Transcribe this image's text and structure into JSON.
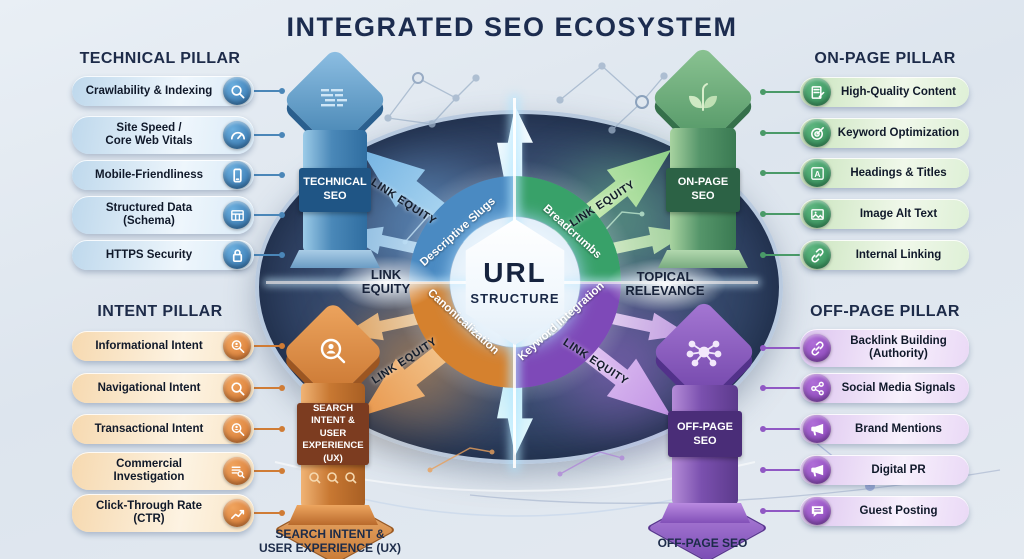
{
  "title": "INTEGRATED SEO ECOSYSTEM",
  "pillars": {
    "technical": {
      "header": "TECHNICAL PILLAR",
      "column_label": "TECHNICAL\nSEO",
      "accent": "#3f7fb5",
      "items": [
        {
          "label": "Crawlability & Indexing",
          "icon": "magnifier"
        },
        {
          "label": "Site Speed /\nCore Web Vitals",
          "icon": "speedometer"
        },
        {
          "label": "Mobile-Friendliness",
          "icon": "smartphone"
        },
        {
          "label": "Structured Data\n(Schema)",
          "icon": "schema-table"
        },
        {
          "label": "HTTPS Security",
          "icon": "lock"
        }
      ]
    },
    "onpage": {
      "header": "ON-PAGE PILLAR",
      "column_label": "ON-PAGE\nSEO",
      "accent": "#3f9e63",
      "items": [
        {
          "label": "High-Quality Content",
          "icon": "document-edit"
        },
        {
          "label": "Keyword Optimization",
          "icon": "target"
        },
        {
          "label": "Headings & Titles",
          "icon": "heading-a"
        },
        {
          "label": "Image Alt Text",
          "icon": "image"
        },
        {
          "label": "Internal Linking",
          "icon": "chain-link"
        }
      ]
    },
    "intent": {
      "header": "INTENT PILLAR",
      "column_label": "SEARCH\nINTENT & USER\nEXPERIENCE\n(UX)",
      "caption": "SEARCH INTENT &\nUSER EXPERIENCE (UX)",
      "accent": "#d07b2a",
      "items": [
        {
          "label": "Informational Intent",
          "icon": "user-search"
        },
        {
          "label": "Navigational Intent",
          "icon": "magnifier"
        },
        {
          "label": "Transactional Intent",
          "icon": "user-search"
        },
        {
          "label": "Commercial\nInvestigation",
          "icon": "list-search"
        },
        {
          "label": "Click-Through Rate\n(CTR)",
          "icon": "ctr-trend"
        }
      ]
    },
    "offpage": {
      "header": "OFF-PAGE PILLAR",
      "column_label": "OFF-PAGE\nSEO",
      "caption": "OFF-PAGE SEO",
      "accent": "#8e4fc0",
      "items": [
        {
          "label": "Backlink Building\n(Authority)",
          "icon": "chain-link"
        },
        {
          "label": "Social Media Signals",
          "icon": "share-network"
        },
        {
          "label": "Brand Mentions",
          "icon": "megaphone"
        },
        {
          "label": "Digital PR",
          "icon": "megaphone"
        },
        {
          "label": "Guest Posting",
          "icon": "speech-bubble"
        }
      ]
    }
  },
  "center": {
    "hub_title": "URL",
    "hub_subtitle": "STRUCTURE",
    "segments": [
      {
        "position": "top-left",
        "label": "Descriptive Slugs",
        "color": "#4a8ac2"
      },
      {
        "position": "top-right",
        "label": "Breadcrumbs",
        "color": "#38a169"
      },
      {
        "position": "bottom-left",
        "label": "Canonicalization",
        "color": "#d5812e"
      },
      {
        "position": "bottom-right",
        "label": "Keyword Integration",
        "color": "#7e49b8"
      }
    ],
    "arrow_label": "LINK EQUITY",
    "left_label": "LINK\nEQUITY",
    "right_label": "TOPICAL\nRELEVANCE"
  }
}
